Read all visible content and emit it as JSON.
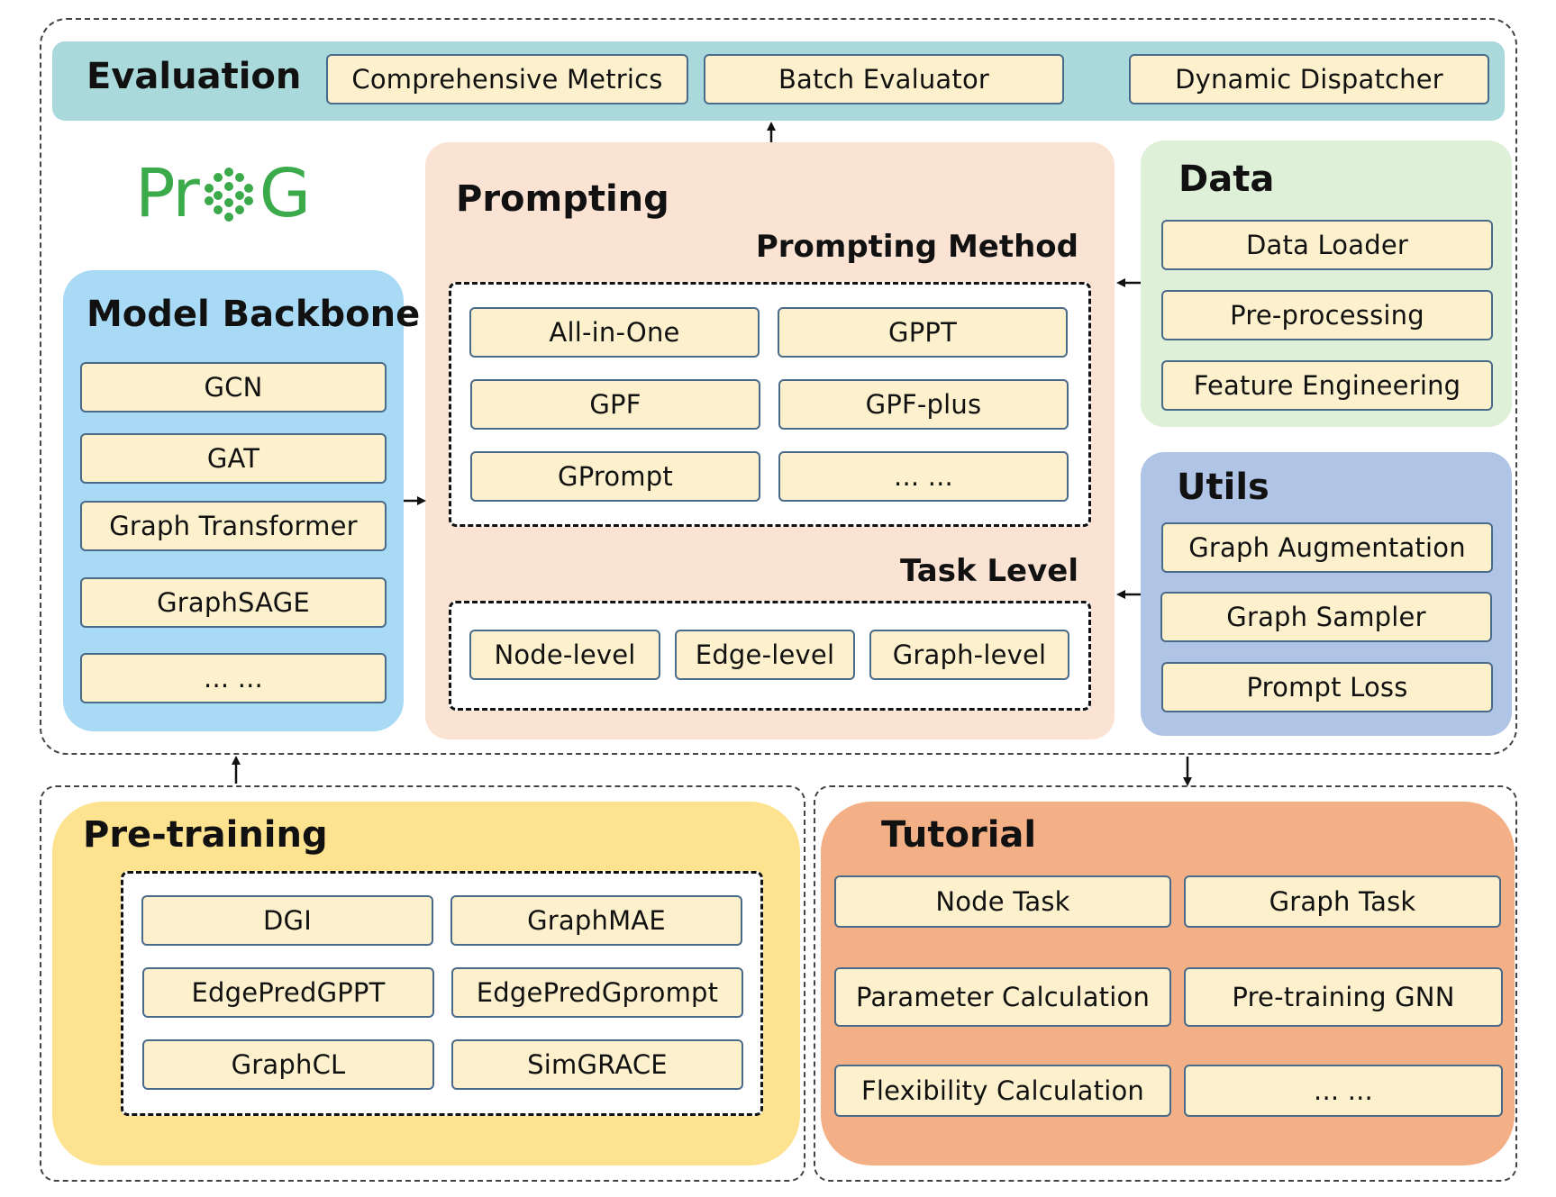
{
  "evaluation": {
    "title": "Evaluation",
    "items": [
      "Comprehensive Metrics",
      "Batch Evaluator",
      "Dynamic Dispatcher"
    ]
  },
  "logo": {
    "left": "Pr",
    "right": "G"
  },
  "backbone": {
    "title": "Model Backbone",
    "items": [
      "GCN",
      "GAT",
      "Graph Transformer",
      "GraphSAGE",
      "... ..."
    ]
  },
  "prompting": {
    "title": "Prompting",
    "method_title": "Prompting Method",
    "methods": [
      "All-in-One",
      "GPPT",
      "GPF",
      "GPF-plus",
      "GPrompt",
      "... ..."
    ],
    "task_title": "Task Level",
    "tasks": [
      "Node-level",
      "Edge-level",
      "Graph-level"
    ]
  },
  "data": {
    "title": "Data",
    "items": [
      "Data Loader",
      "Pre-processing",
      "Feature Engineering"
    ]
  },
  "utils": {
    "title": "Utils",
    "items": [
      "Graph Augmentation",
      "Graph Sampler",
      "Prompt Loss"
    ]
  },
  "pretraining": {
    "title": "Pre-training",
    "items": [
      "DGI",
      "GraphMAE",
      "EdgePredGPPT",
      "EdgePredGprompt",
      "GraphCL",
      "SimGRACE"
    ]
  },
  "tutorial": {
    "title": "Tutorial",
    "items": [
      "Node Task",
      "Graph Task",
      "Parameter Calculation",
      "Pre-training GNN",
      "Flexibility Calculation",
      "... ..."
    ]
  },
  "colors": {
    "evaluation": "#a9d9da",
    "backbone": "#a8daf5",
    "prompting": "#fbe3d4",
    "data": "#dff0d8",
    "utils": "#b0c4e6",
    "pretraining": "#fde28f",
    "tutorial": "#f3af85",
    "box_fill": "#fdf1cd",
    "box_border": "#4a6a8a",
    "logo_green": "#3aaa4a"
  }
}
